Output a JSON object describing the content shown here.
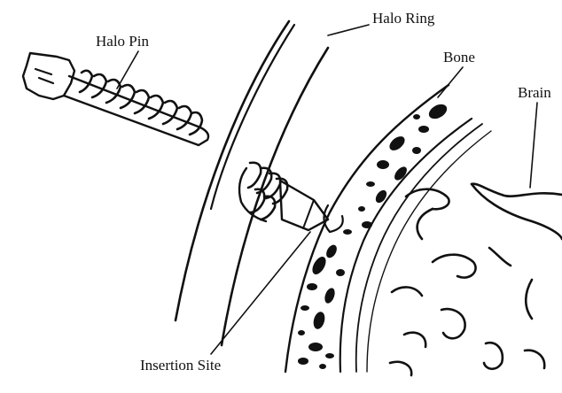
{
  "labels": {
    "halo_pin": "Halo Pin",
    "halo_ring": "Halo Ring",
    "bone": "Bone",
    "brain": "Brain",
    "insertion_site": "Insertion Site"
  },
  "colors": {
    "ink": "#111111",
    "background": "#ffffff"
  }
}
